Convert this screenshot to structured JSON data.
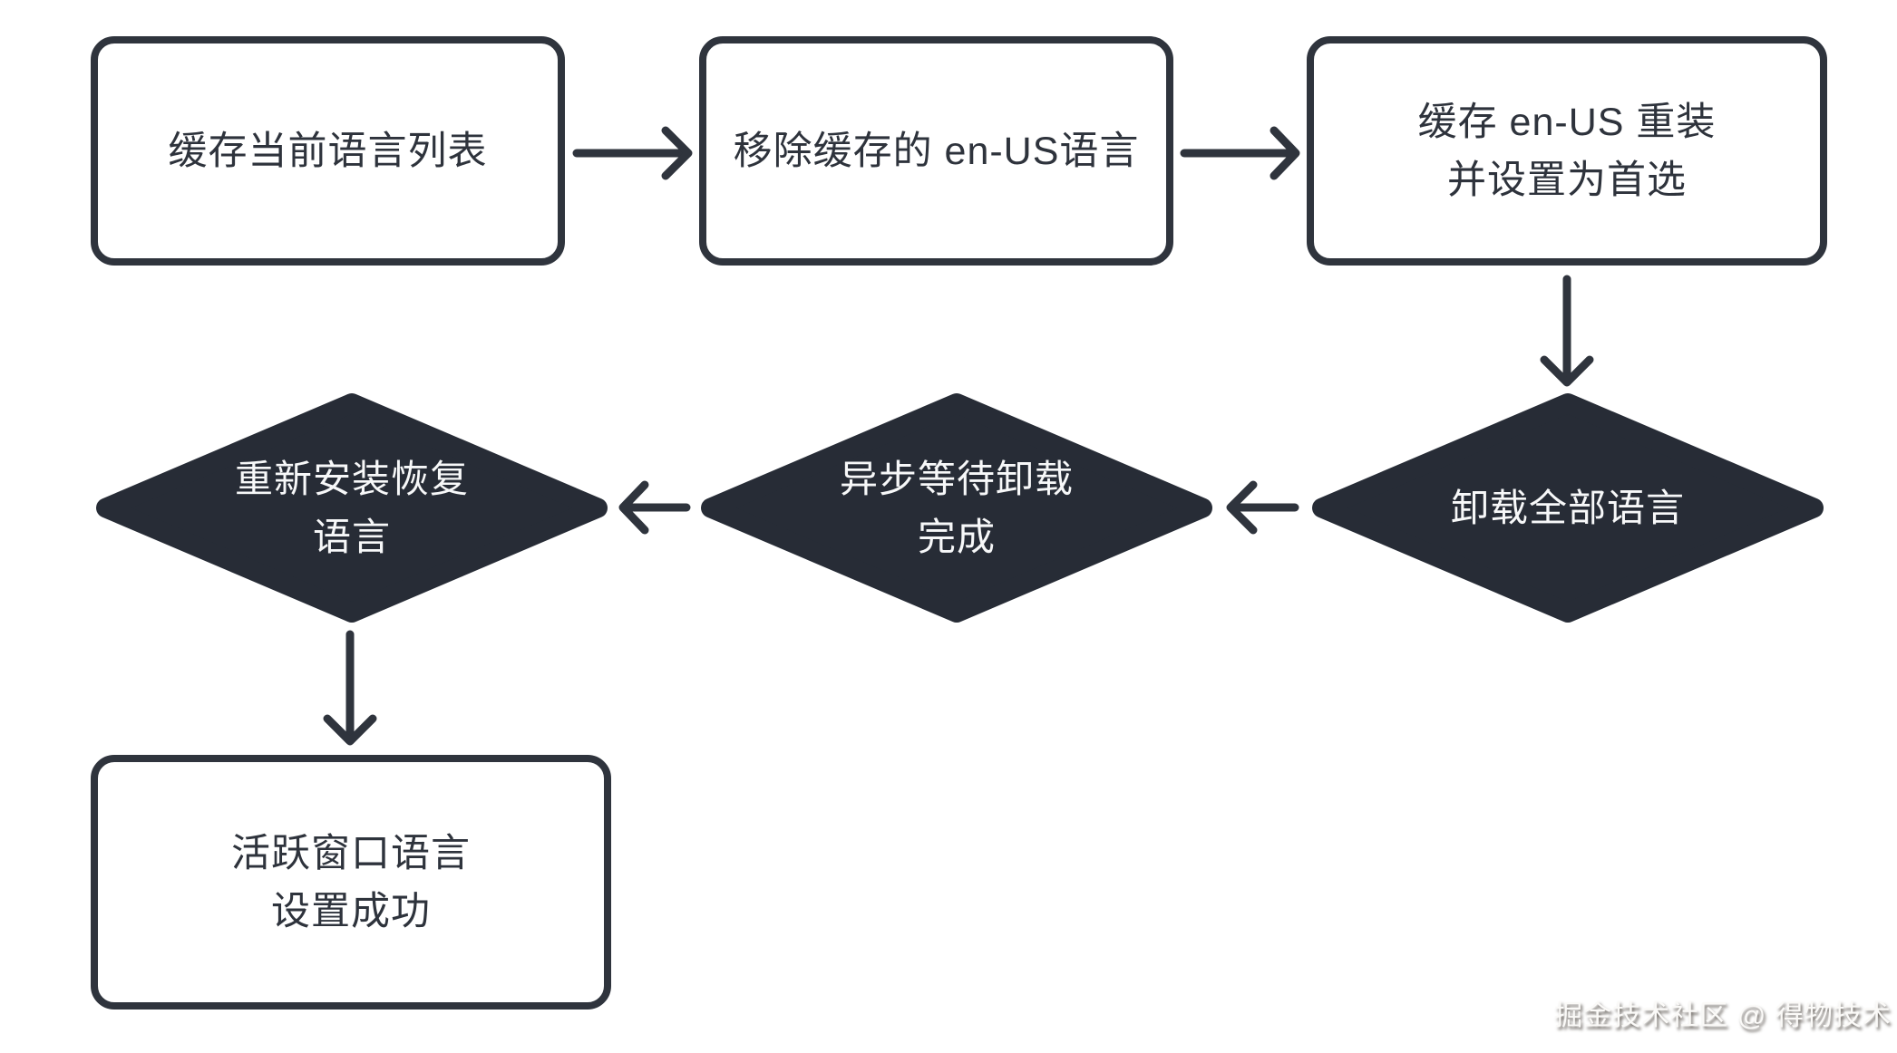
{
  "diagram": {
    "type": "flowchart",
    "nodes": [
      {
        "id": "cache-current-language-list",
        "shape": "rounded-rect",
        "lines": [
          "缓存当前语言列表"
        ]
      },
      {
        "id": "remove-cached-en-us-language",
        "shape": "rounded-rect",
        "lines": [
          "移除缓存的 en-US语言"
        ]
      },
      {
        "id": "cache-en-us-reinstall-set-preferred",
        "shape": "rounded-rect",
        "lines": [
          "缓存 en-US 重装",
          "并设置为首选"
        ]
      },
      {
        "id": "uninstall-all-languages",
        "shape": "diamond",
        "lines": [
          "卸载全部语言"
        ]
      },
      {
        "id": "async-wait-uninstall-complete",
        "shape": "diamond",
        "lines": [
          "异步等待卸载",
          "完成"
        ]
      },
      {
        "id": "reinstall-restore-languages",
        "shape": "diamond",
        "lines": [
          "重新安装恢复",
          "语言"
        ]
      },
      {
        "id": "active-window-language-set-success",
        "shape": "rounded-rect",
        "lines": [
          "活跃窗口语言",
          "设置成功"
        ]
      }
    ],
    "edges": [
      {
        "from": "cache-current-language-list",
        "to": "remove-cached-en-us-language",
        "direction": "right"
      },
      {
        "from": "remove-cached-en-us-language",
        "to": "cache-en-us-reinstall-set-preferred",
        "direction": "right"
      },
      {
        "from": "cache-en-us-reinstall-set-preferred",
        "to": "uninstall-all-languages",
        "direction": "down"
      },
      {
        "from": "uninstall-all-languages",
        "to": "async-wait-uninstall-complete",
        "direction": "left"
      },
      {
        "from": "async-wait-uninstall-complete",
        "to": "reinstall-restore-languages",
        "direction": "left"
      },
      {
        "from": "reinstall-restore-languages",
        "to": "active-window-language-set-success",
        "direction": "down"
      }
    ],
    "colors": {
      "background": "#ffffff",
      "stroke": "#2f343d",
      "rect_fill": "#ffffff",
      "rect_text": "#2e333c",
      "diamond_fill": "#272c36",
      "diamond_text": "#f7f8f9"
    },
    "watermark": "掘金技术社区 @ 得物技术"
  }
}
